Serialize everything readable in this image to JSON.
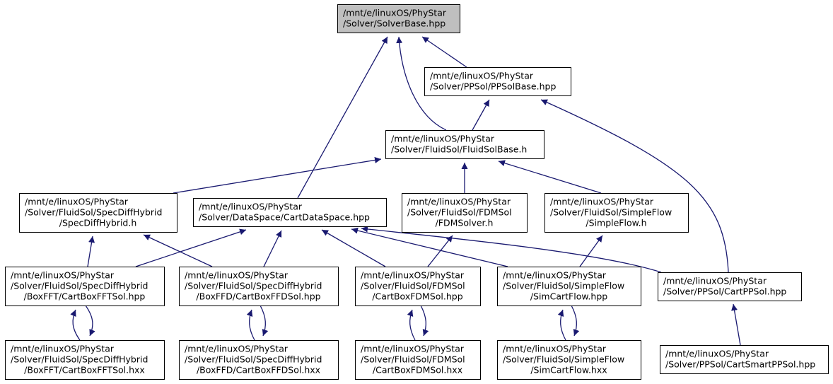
{
  "colors": {
    "edge": "#191970",
    "node_fill": "#ffffff",
    "highlight_fill": "#bfbfbf",
    "border": "#000000"
  },
  "nodes": [
    {
      "id": "solver_base",
      "lines": [
        "/mnt/e/linuxOS/PhyStar",
        "/Solver/SolverBase.hpp"
      ],
      "highlighted": true
    },
    {
      "id": "ppsol_base",
      "lines": [
        "/mnt/e/linuxOS/PhyStar",
        "/Solver/PPSol/PPSolBase.hpp"
      ]
    },
    {
      "id": "fluidsol_base",
      "lines": [
        "/mnt/e/linuxOS/PhyStar",
        "/Solver/FluidSol/FluidSolBase.h"
      ]
    },
    {
      "id": "specdiff_hybrid",
      "lines": [
        "/mnt/e/linuxOS/PhyStar",
        "/Solver/FluidSol/SpecDiffHybrid",
        "/SpecDiffHybrid.h"
      ]
    },
    {
      "id": "cart_data_space",
      "lines": [
        "/mnt/e/linuxOS/PhyStar",
        "/Solver/DataSpace/CartDataSpace.hpp"
      ]
    },
    {
      "id": "fdm_solver",
      "lines": [
        "/mnt/e/linuxOS/PhyStar",
        "/Solver/FluidSol/FDMSol",
        "/FDMSolver.h"
      ]
    },
    {
      "id": "simple_flow",
      "lines": [
        "/mnt/e/linuxOS/PhyStar",
        "/Solver/FluidSol/SimpleFlow",
        "/SimpleFlow.h"
      ]
    },
    {
      "id": "cartboxfft_hpp",
      "lines": [
        "/mnt/e/linuxOS/PhyStar",
        "/Solver/FluidSol/SpecDiffHybrid",
        "/BoxFFT/CartBoxFFTSol.hpp"
      ]
    },
    {
      "id": "cartboxffd_hpp",
      "lines": [
        "/mnt/e/linuxOS/PhyStar",
        "/Solver/FluidSol/SpecDiffHybrid",
        "/BoxFFD/CartBoxFFDSol.hpp"
      ]
    },
    {
      "id": "cartboxfdm_hpp",
      "lines": [
        "/mnt/e/linuxOS/PhyStar",
        "/Solver/FluidSol/FDMSol",
        "/CartBoxFDMSol.hpp"
      ]
    },
    {
      "id": "simcartflow_hpp",
      "lines": [
        "/mnt/e/linuxOS/PhyStar",
        "/Solver/FluidSol/SimpleFlow",
        "/SimCartFlow.hpp"
      ]
    },
    {
      "id": "cartppsol",
      "lines": [
        "/mnt/e/linuxOS/PhyStar",
        "/Solver/PPSol/CartPPSol.hpp"
      ]
    },
    {
      "id": "cartboxfft_hxx",
      "lines": [
        "/mnt/e/linuxOS/PhyStar",
        "/Solver/FluidSol/SpecDiffHybrid",
        "/BoxFFT/CartBoxFFTSol.hxx"
      ]
    },
    {
      "id": "cartboxffd_hxx",
      "lines": [
        "/mnt/e/linuxOS/PhyStar",
        "/Solver/FluidSol/SpecDiffHybrid",
        "/BoxFFD/CartBoxFFDSol.hxx"
      ]
    },
    {
      "id": "cartboxfdm_hxx",
      "lines": [
        "/mnt/e/linuxOS/PhyStar",
        "/Solver/FluidSol/FDMSol",
        "/CartBoxFDMSol.hxx"
      ]
    },
    {
      "id": "simcartflow_hxx",
      "lines": [
        "/mnt/e/linuxOS/PhyStar",
        "/Solver/FluidSol/SimpleFlow",
        "/SimCartFlow.hxx"
      ]
    },
    {
      "id": "cartsmartppsol",
      "lines": [
        "/mnt/e/linuxOS/PhyStar",
        "/Solver/PPSol/CartSmartPPSol.hpp"
      ]
    }
  ],
  "edges": [
    {
      "from": "ppsol_base",
      "to": "solver_base"
    },
    {
      "from": "fluidsol_base",
      "to": "solver_base"
    },
    {
      "from": "cart_data_space",
      "to": "solver_base"
    },
    {
      "from": "fluidsol_base",
      "to": "ppsol_base"
    },
    {
      "from": "cartppsol",
      "to": "ppsol_base"
    },
    {
      "from": "specdiff_hybrid",
      "to": "fluidsol_base"
    },
    {
      "from": "fdm_solver",
      "to": "fluidsol_base"
    },
    {
      "from": "simple_flow",
      "to": "fluidsol_base"
    },
    {
      "from": "cartboxfft_hpp",
      "to": "specdiff_hybrid"
    },
    {
      "from": "cartboxffd_hpp",
      "to": "specdiff_hybrid"
    },
    {
      "from": "cartboxfft_hpp",
      "to": "cart_data_space"
    },
    {
      "from": "cartboxffd_hpp",
      "to": "cart_data_space"
    },
    {
      "from": "cartboxfdm_hpp",
      "to": "cart_data_space"
    },
    {
      "from": "simcartflow_hpp",
      "to": "cart_data_space"
    },
    {
      "from": "cartppsol",
      "to": "cart_data_space"
    },
    {
      "from": "cartboxfdm_hpp",
      "to": "fdm_solver"
    },
    {
      "from": "simcartflow_hpp",
      "to": "simple_flow"
    },
    {
      "from": "cartsmartppsol",
      "to": "cartppsol"
    },
    {
      "from": "cartboxfft_hxx",
      "to": "cartboxfft_hpp"
    },
    {
      "from": "cartboxfft_hpp",
      "to": "cartboxfft_hxx"
    },
    {
      "from": "cartboxffd_hxx",
      "to": "cartboxffd_hpp"
    },
    {
      "from": "cartboxffd_hpp",
      "to": "cartboxffd_hxx"
    },
    {
      "from": "cartboxfdm_hxx",
      "to": "cartboxfdm_hpp"
    },
    {
      "from": "cartboxfdm_hpp",
      "to": "cartboxfdm_hxx"
    },
    {
      "from": "simcartflow_hxx",
      "to": "simcartflow_hpp"
    },
    {
      "from": "simcartflow_hpp",
      "to": "simcartflow_hxx"
    }
  ]
}
